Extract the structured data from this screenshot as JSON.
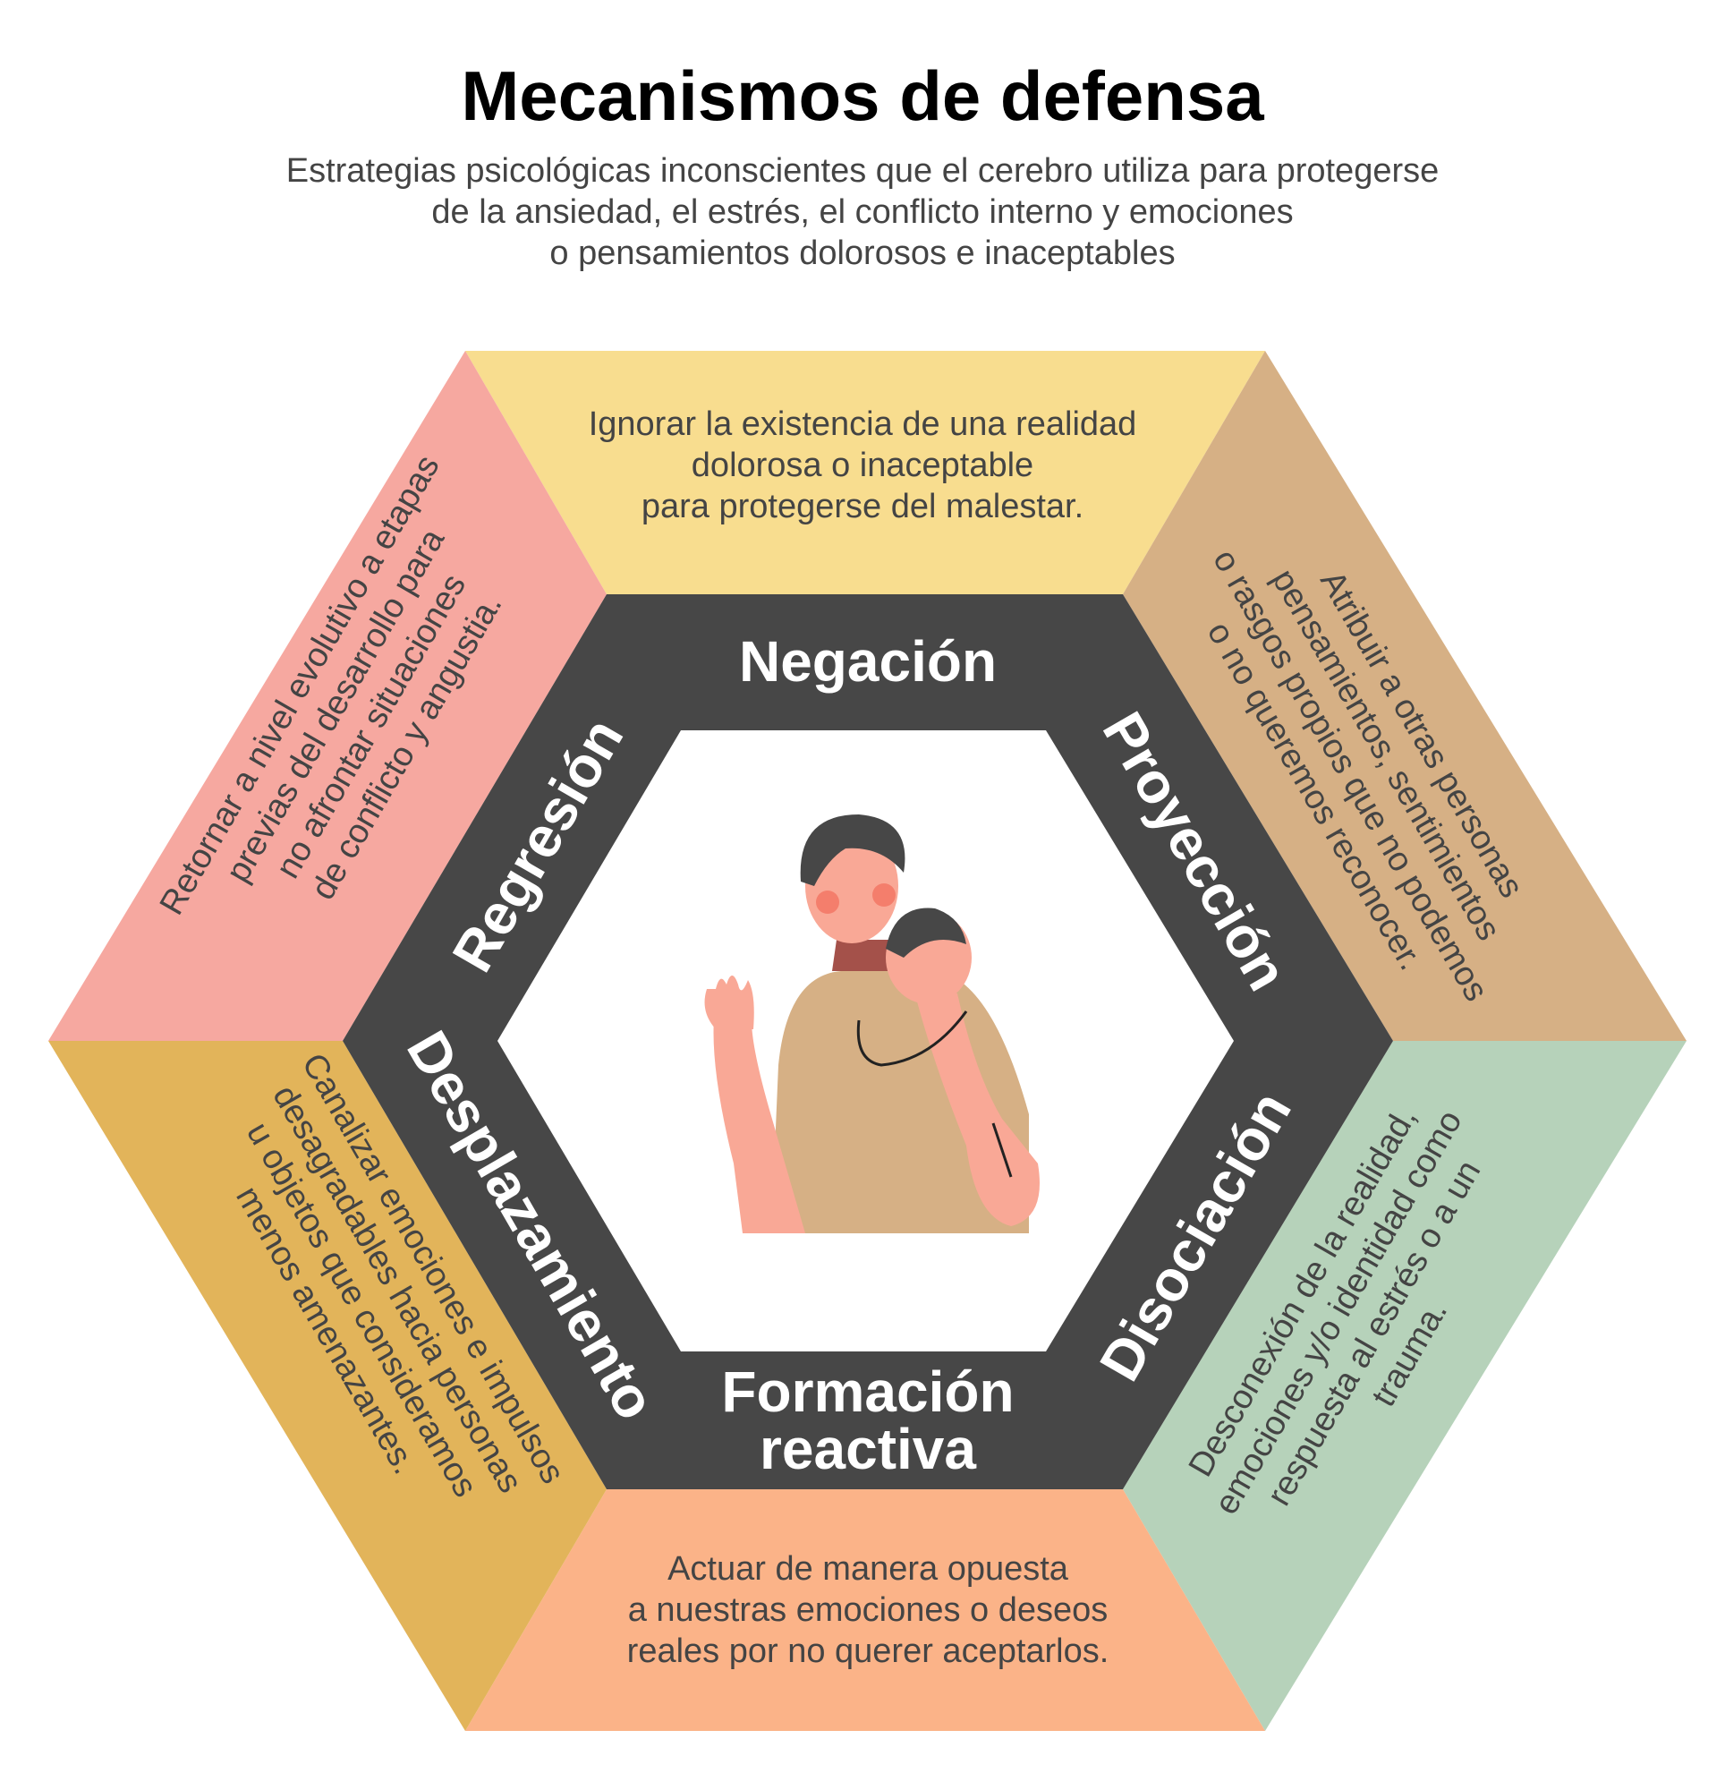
{
  "title": "Mecanismos de defensa",
  "subtitle": [
    "Estrategias psicológicas inconscientes que el cerebro utiliza para protegerse",
    "de la ansiedad, el estrés, el conflicto interno y emociones",
    "o pensamientos dolorosos e inaceptables"
  ],
  "colors": {
    "negacion": "#f8dd8f",
    "proyeccion": "#d6b085",
    "disociacion": "#b6d2ba",
    "formacion": "#fbb388",
    "desplazamiento": "#e2b45a",
    "regresion": "#f6a8a0",
    "ring": "#474747"
  },
  "mechanisms": {
    "negacion": {
      "label": "Negación",
      "desc": [
        "Ignorar la existencia de una realidad",
        "dolorosa o inaceptable",
        "para protegerse del malestar."
      ]
    },
    "proyeccion": {
      "label": "Proyección",
      "desc": [
        "Atribuir a otras personas",
        "pensamientos, sentimientos",
        "o rasgos propios que no podemos",
        "o no queremos reconocer."
      ]
    },
    "disociacion": {
      "label": "Disociación",
      "desc": [
        "Desconexión de la realidad,",
        "emociones y/o identidad como",
        "respuesta al estrés o a un",
        "trauma."
      ]
    },
    "formacion": {
      "label": [
        "Formación",
        "reactiva"
      ],
      "desc": [
        "Actuar de manera opuesta",
        "a nuestras emociones o deseos",
        "reales por no querer aceptarlos."
      ]
    },
    "desplazamiento": {
      "label": "Desplazamiento",
      "desc": [
        "Canalizar emociones e impulsos",
        "desagradables hacia personas",
        "u objetos que consideramos",
        "menos amenazantes."
      ]
    },
    "regresion": {
      "label": "Regresión",
      "desc": [
        "Retornar a nivel evolutivo a etapas",
        "previas del desarrollo para",
        "no afrontar situaciones",
        "de conflicto y angustia."
      ]
    }
  }
}
